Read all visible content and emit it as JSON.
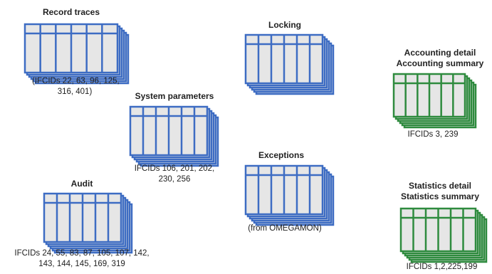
{
  "groups": [
    {
      "id": "record-traces",
      "titles": [
        "Record traces"
      ],
      "caption": [
        "(IFCIDs 22, 63, 96, 125,",
        "316, 401)"
      ],
      "color": "#3d6cc3"
    },
    {
      "id": "system-parameters",
      "titles": [
        "System parameters"
      ],
      "caption": [
        "IFCIDs 106, 201, 202,",
        "230, 256"
      ],
      "color": "#3d6cc3"
    },
    {
      "id": "audit",
      "titles": [
        "Audit"
      ],
      "caption": [
        "IFCIDs 24, 55, 83, 87, 105, 107, 142,",
        "143, 144, 145, 169, 319"
      ],
      "color": "#3d6cc3"
    },
    {
      "id": "locking",
      "titles": [
        "Locking"
      ],
      "caption": [],
      "color": "#3d6cc3"
    },
    {
      "id": "exceptions",
      "titles": [
        "Exceptions"
      ],
      "caption": [
        "(from OMEGAMON)"
      ],
      "color": "#3d6cc3"
    },
    {
      "id": "accounting",
      "titles": [
        "Accounting detail",
        "Accounting summary"
      ],
      "caption": [
        "IFCIDs 3, 239"
      ],
      "color": "#2e8b3e"
    },
    {
      "id": "statistics",
      "titles": [
        "Statistics detail",
        "Statistics summary"
      ],
      "caption": [
        "IFCIDs 1,2,225,199"
      ],
      "color": "#2e8b3e"
    }
  ]
}
